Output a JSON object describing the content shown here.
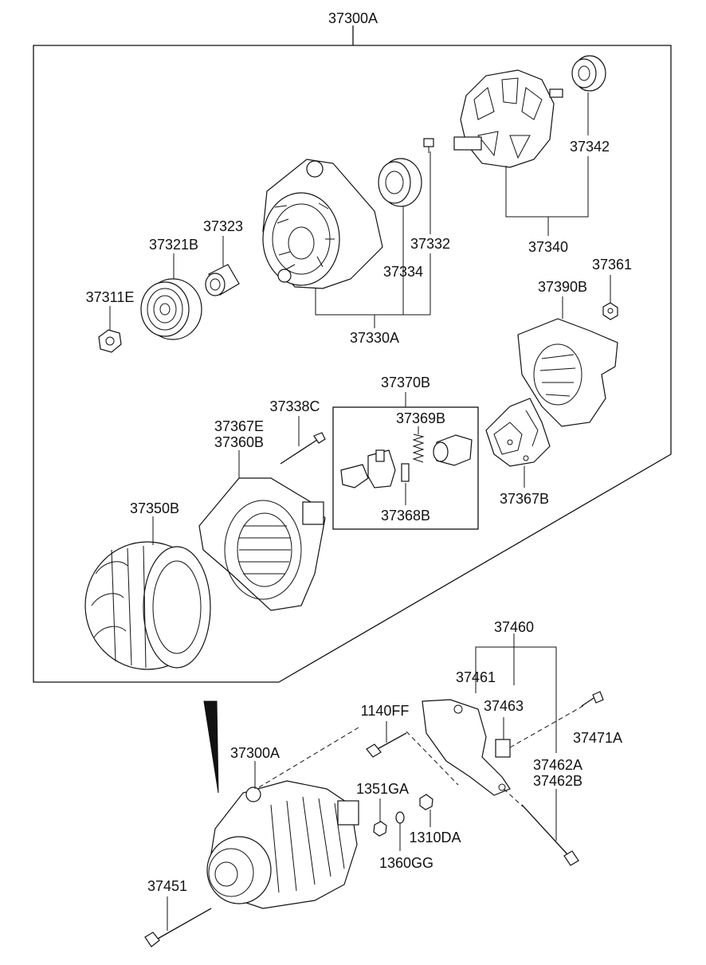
{
  "labels": {
    "assembly_top": "37300A",
    "pulley_nut": "37311E",
    "pulley": "37321B",
    "spacer": "37323",
    "front_bracket_assy": "37330A",
    "bolt_front": "37332",
    "bearing_front": "37334",
    "rotor_assy": "37340",
    "bearing_rear": "37342",
    "stator": "37350B",
    "rear_bracket": "37367E",
    "rear_bracket_b": "37360B",
    "through_bolt": "37338C",
    "brush_holder_assy": "37370B",
    "brush_spring": "37369B",
    "brush": "37368B",
    "rectifier": "37367B",
    "rear_cover": "37390B",
    "cover_nut": "37361",
    "bracket_assy": "37460",
    "bracket": "37461",
    "bracket_bolt": "1140FF",
    "bracket_clip": "37463",
    "adjust_bolt": "37471A",
    "assembly_bottom": "37300A",
    "bolt_a": "37462A",
    "bolt_b": "37462B",
    "nut_1351": "1351GA",
    "nut_1310": "1310DA",
    "washer_1360": "1360GG",
    "mount_bolt": "37451"
  }
}
